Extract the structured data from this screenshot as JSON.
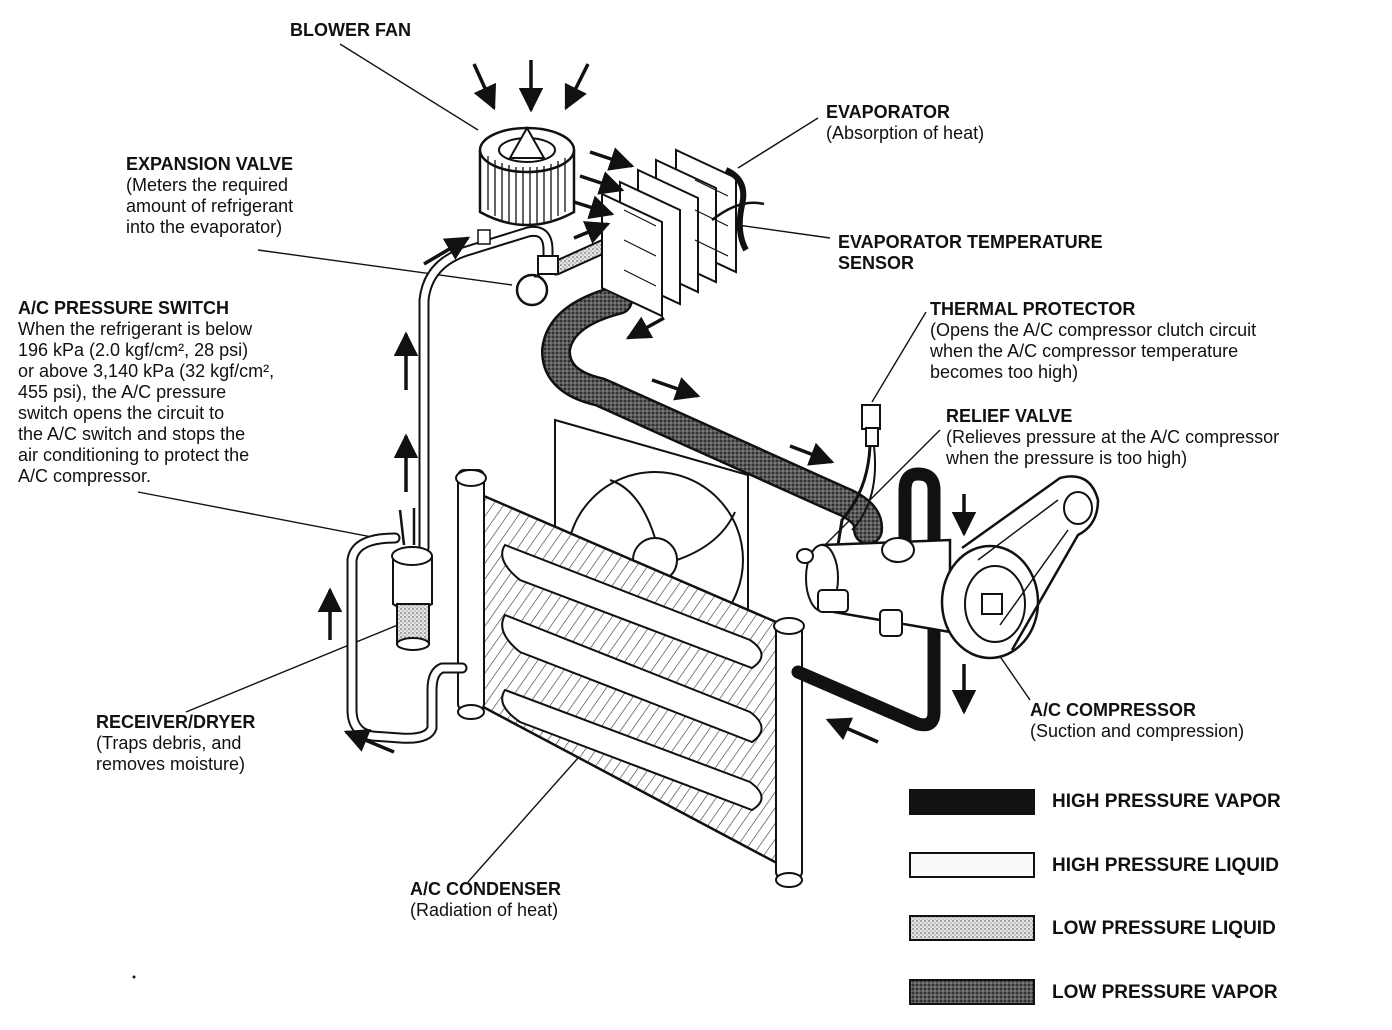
{
  "labels": {
    "blower_fan": {
      "title": "BLOWER FAN"
    },
    "evaporator": {
      "title": "EVAPORATOR",
      "desc": "(Absorption of heat)"
    },
    "expansion_valve": {
      "title": "EXPANSION VALVE",
      "desc": "(Meters the required\namount of refrigerant\ninto the evaporator)"
    },
    "evap_temp_sensor": {
      "title": "EVAPORATOR TEMPERATURE",
      "title2": "SENSOR"
    },
    "pressure_switch": {
      "title": "A/C PRESSURE SWITCH",
      "desc": "When the refrigerant is below\n196 kPa (2.0 kgf/cm², 28 psi)\nor above 3,140 kPa (32 kgf/cm²,\n455 psi), the A/C pressure\nswitch opens the circuit to\nthe A/C switch and stops the\nair conditioning to protect the\nA/C compressor."
    },
    "thermal_protector": {
      "title": "THERMAL PROTECTOR",
      "desc": "(Opens the A/C compressor clutch circuit\nwhen the A/C compressor temperature\nbecomes too high)"
    },
    "relief_valve": {
      "title": "RELIEF VALVE",
      "desc": "(Relieves pressure at the A/C compressor\nwhen the pressure is too high)"
    },
    "compressor": {
      "title": "A/C COMPRESSOR",
      "desc": "(Suction and compression)"
    },
    "receiver_dryer": {
      "title": "RECEIVER/DRYER",
      "desc": "(Traps debris, and\nremoves moisture)"
    },
    "condenser": {
      "title": "A/C CONDENSER",
      "desc": "(Radiation of heat)"
    }
  },
  "legend": [
    {
      "label": "HIGH PRESSURE VAPOR",
      "color": "#111111",
      "pattern": "solid-black"
    },
    {
      "label": "HIGH PRESSURE LIQUID",
      "color": "#fafafa",
      "pattern": "white"
    },
    {
      "label": "LOW PRESSURE LIQUID",
      "color": "#c8c8c8",
      "pattern": "light-stipple"
    },
    {
      "label": "LOW PRESSURE VAPOR",
      "color": "#6a6a6a",
      "pattern": "dark-stipple"
    }
  ]
}
